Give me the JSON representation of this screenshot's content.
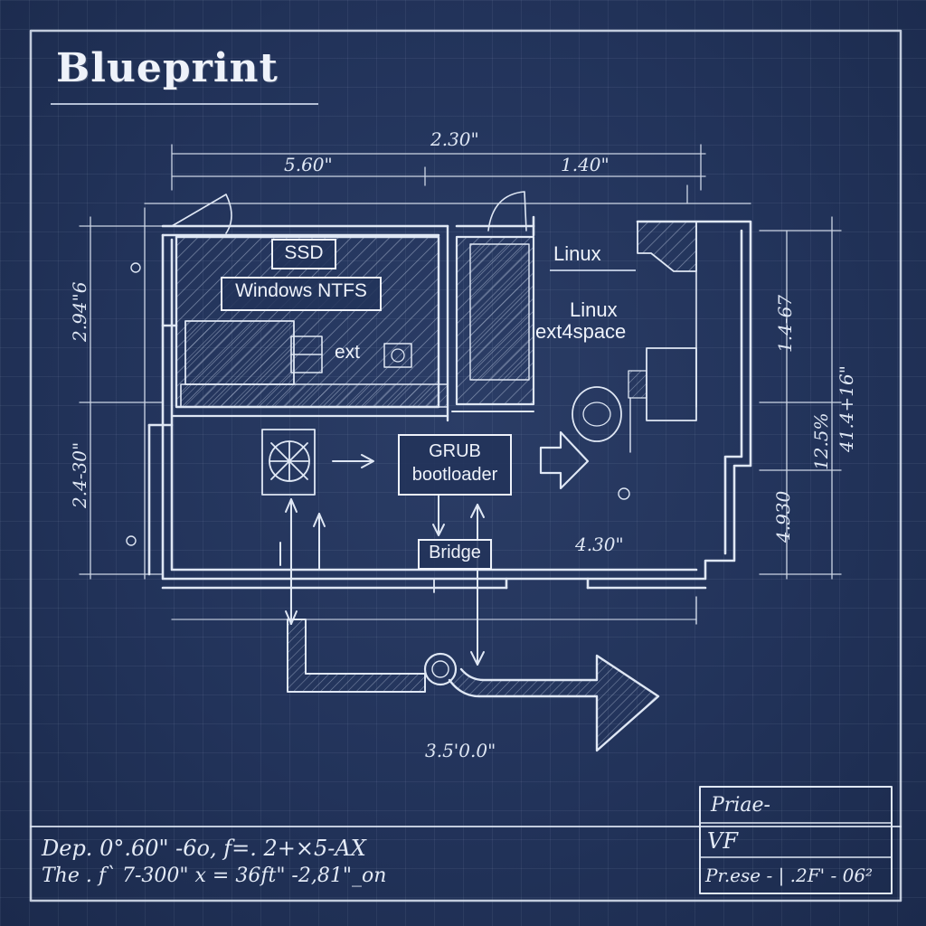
{
  "title": "Blueprint",
  "labels": {
    "ssd": "SSD",
    "windows": "Windows NTFS",
    "ext": "ext",
    "linux_top": "Linux",
    "linux_space_1": "Linux",
    "linux_space_2": "ext4space",
    "grub_1": "GRUB",
    "grub_2": "bootloader",
    "bridge": "Bridge"
  },
  "dimensions": {
    "top_overall": "2.30\"",
    "top_left": "5.60\"",
    "top_right": "1.40\"",
    "left_upper": "2.94\"6",
    "left_lower": "2.4-30\"",
    "right_inner_upper": "1.4-67",
    "right_inner_middle": "12.5%",
    "right_inner_lower": "4.930",
    "right_outer": "41.4+16\"",
    "lower_mid": "4.30\"",
    "bottom": "3.5'0.0\""
  },
  "notes": {
    "line1": "Dep. 0°.60\" -6o, f=. 2+×5-AX",
    "line2": "The . f` 7-300\" x = 36ft\" -2,81\"_on"
  },
  "title_block": {
    "row1": "Priae-",
    "row2": "VF",
    "row3": "Pr.ese - | .2F' - 06²"
  },
  "colors": {
    "background": "#22335a",
    "ink": "#eef2fa"
  }
}
